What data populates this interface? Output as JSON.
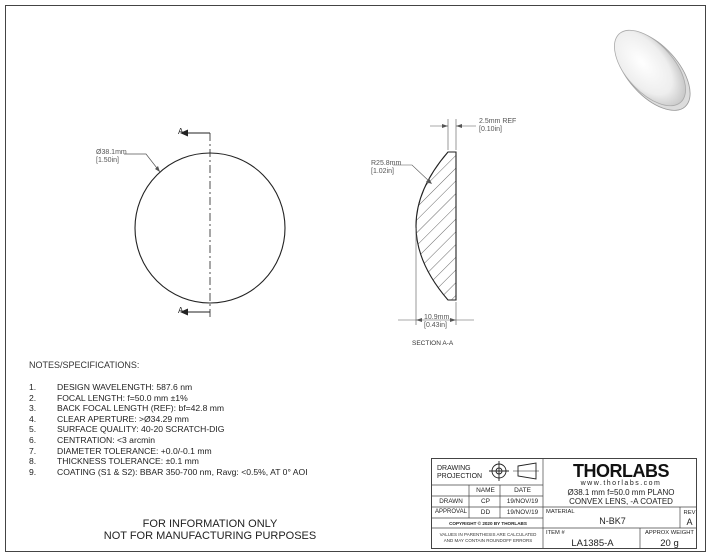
{
  "drawing": {
    "diameter_mm": "Ø38.1mm",
    "diameter_in": "[1.50in]",
    "section_marker": "A",
    "thickness_mm": "2.5mm REF",
    "thickness_in": "[0.10in]",
    "radius_mm": "R25.8mm",
    "radius_in": "[1.02in]",
    "center_thickness_mm": "10.9mm",
    "center_thickness_in": "[0.43in]",
    "section_label": "SECTION A-A"
  },
  "notes": {
    "title": "NOTES/SPECIFICATIONS:",
    "items": [
      {
        "num": "1.",
        "text": "DESIGN WAVELENGTH: 587.6 nm"
      },
      {
        "num": "2.",
        "text": "FOCAL LENGTH: f=50.0 mm ±1%"
      },
      {
        "num": "3.",
        "text": "BACK FOCAL LENGTH (REF): bf=42.8 mm"
      },
      {
        "num": "4.",
        "text": "CLEAR APERTURE: >Ø34.29 mm"
      },
      {
        "num": "5.",
        "text": "SURFACE QUALITY: 40-20 SCRATCH-DIG"
      },
      {
        "num": "6.",
        "text": "CENTRATION: <3 arcmin"
      },
      {
        "num": "7.",
        "text": "DIAMETER TOLERANCE: +0.0/-0.1 mm"
      },
      {
        "num": "8.",
        "text": "THICKNESS TOLERANCE: ±0.1 mm"
      },
      {
        "num": "9.",
        "text": "COATING (S1 & S2): BBAR 350-700 nm, Ravg: <0.5%, AT 0° AOI"
      }
    ]
  },
  "disclaimer": {
    "line1": "FOR INFORMATION ONLY",
    "line2": "NOT FOR MANUFACTURING PURPOSES"
  },
  "title_block": {
    "projection_label": "DRAWING PROJECTION",
    "name_header": "NAME",
    "date_header": "DATE",
    "drawn_label": "DRAWN",
    "drawn_name": "CP",
    "drawn_date": "19/NOV/19",
    "approval_label": "APPROVAL",
    "approval_name": "DD",
    "approval_date": "19/NOV/19",
    "copyright": "COPYRIGHT © 2020 BY THORLABS",
    "values_note": "VALUES IN PARENTHESIS ARE CALCULATED AND MAY CONTAIN ROUNDOFF ERRORS",
    "logo_text": "THORLABS",
    "website": "www.thorlabs.com",
    "description_line1": "Ø38.1 mm f=50.0 mm PLANO",
    "description_line2": "CONVEX LENS, -A COATED",
    "material_label": "MATERIAL",
    "material_value": "N-BK7",
    "rev_label": "REV",
    "rev_value": "A",
    "item_label": "ITEM #",
    "item_value": "LA1385-A",
    "weight_label": "APPROX WEIGHT",
    "weight_value": "20 g"
  }
}
